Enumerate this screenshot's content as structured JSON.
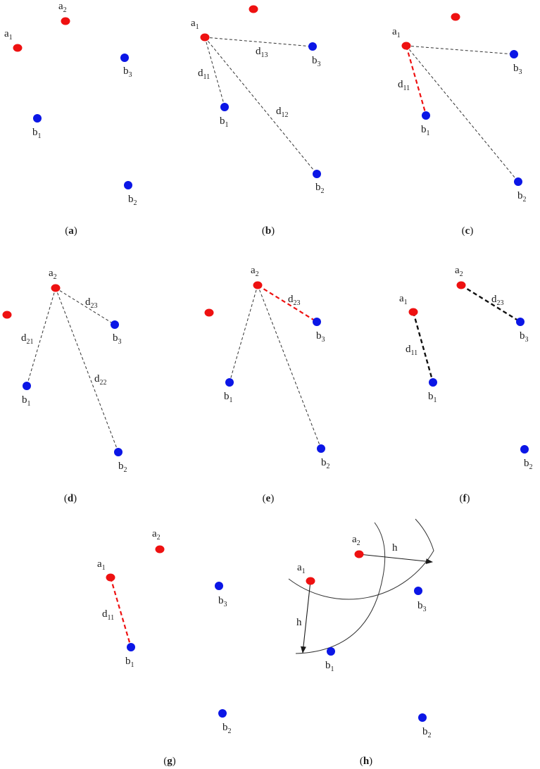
{
  "colors": {
    "a_point": "#ee1111",
    "b_point": "#0b16e6",
    "line": "#333333",
    "highlight": "#ee1111",
    "text": "#1a1a1a"
  },
  "point_labels": {
    "a1": {
      "base": "a",
      "sub": "1"
    },
    "a2": {
      "base": "a",
      "sub": "2"
    },
    "b1": {
      "base": "b",
      "sub": "1"
    },
    "b2": {
      "base": "b",
      "sub": "2"
    },
    "b3": {
      "base": "b",
      "sub": "3"
    }
  },
  "distance_labels": {
    "d11": {
      "base": "d",
      "sub": "11"
    },
    "d12": {
      "base": "d",
      "sub": "12"
    },
    "d13": {
      "base": "d",
      "sub": "13"
    },
    "d21": {
      "base": "d",
      "sub": "21"
    },
    "d22": {
      "base": "d",
      "sub": "22"
    },
    "d23": {
      "base": "d",
      "sub": "23"
    },
    "h": {
      "base": "h",
      "sub": ""
    }
  },
  "panels": [
    {
      "id": "a",
      "caption": "a"
    },
    {
      "id": "b",
      "caption": "b"
    },
    {
      "id": "c",
      "caption": "c"
    },
    {
      "id": "d",
      "caption": "d"
    },
    {
      "id": "e",
      "caption": "e"
    },
    {
      "id": "f",
      "caption": "f"
    },
    {
      "id": "g",
      "caption": "g"
    },
    {
      "id": "h",
      "caption": "h"
    }
  ]
}
